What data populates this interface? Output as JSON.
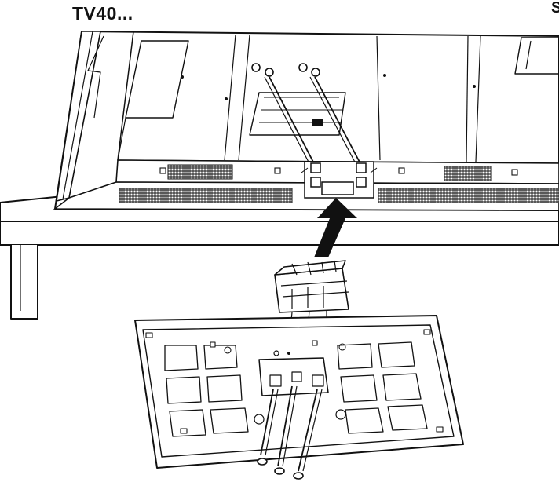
{
  "header": {
    "model_label": "TV40...",
    "edge_glyph": "S"
  },
  "illustration": {
    "subject": "tv-stand-assembly",
    "line_color": "#111111",
    "fill_color": "#ffffff",
    "dark_fill": "#1a1a1a"
  }
}
